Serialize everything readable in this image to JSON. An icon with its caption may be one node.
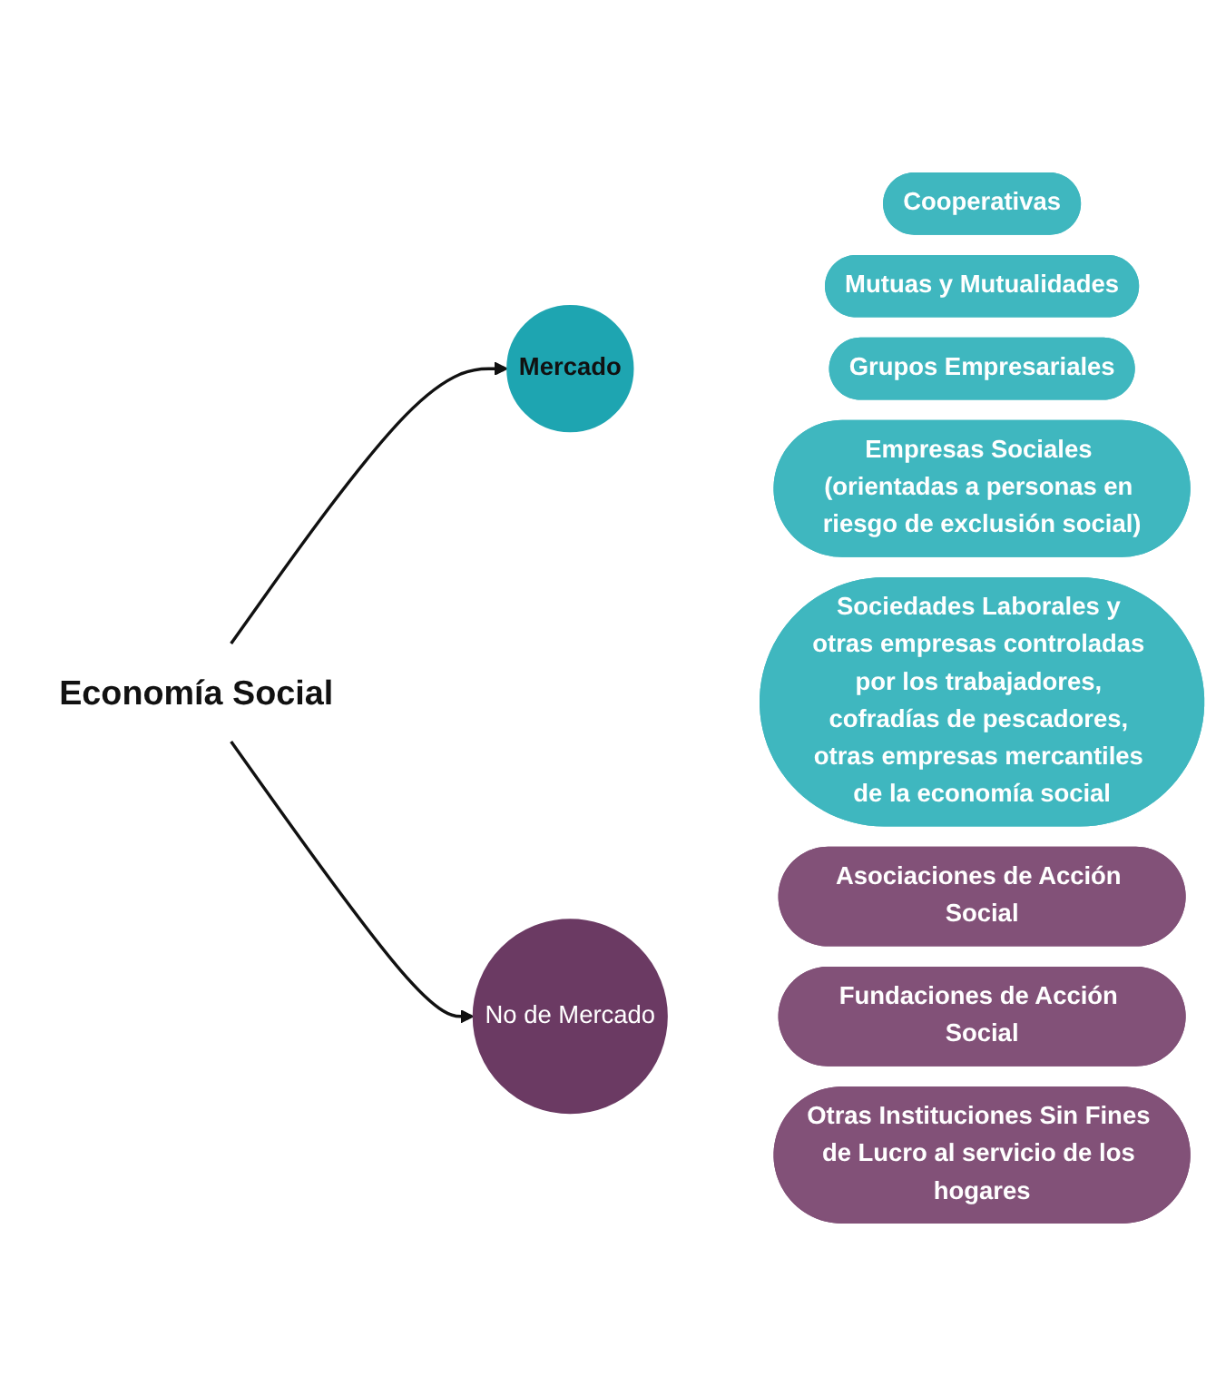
{
  "diagram": {
    "nodes": [
      {
        "text": [
          "Economía Social"
        ]
      },
      {
        "text": [
          "Mercado"
        ]
      },
      {
        "text": [
          "No de Mercado"
        ]
      },
      {
        "text": [
          "Cooperativas"
        ]
      },
      {
        "text": [
          "Mutuas y Mutualidades"
        ]
      },
      {
        "text": [
          "Grupos Empresariales"
        ]
      },
      {
        "text": [
          "Empresas Sociales (orientadas a personas en riesgo de exclusión social)"
        ]
      },
      {
        "text": [
          "Sociedades Laborales y otras empresas controladas por los trabajadores, cofradías de pescadores, otras empresas mercantiles de la economía social"
        ]
      },
      {
        "text": [
          "Asociaciones de Acción Social"
        ]
      },
      {
        "text": [
          "Fundaciones de Acción Social"
        ]
      },
      {
        "text": [
          "Otras Instituciones Sin Fines de Lucro al servicio de los hogares"
        ]
      }
    ],
    "edges": [
      {
        "from": 0,
        "to": 1,
        "arrow": "to"
      },
      {
        "from": 0,
        "to": 2,
        "arrow": "to"
      }
    ]
  }
}
